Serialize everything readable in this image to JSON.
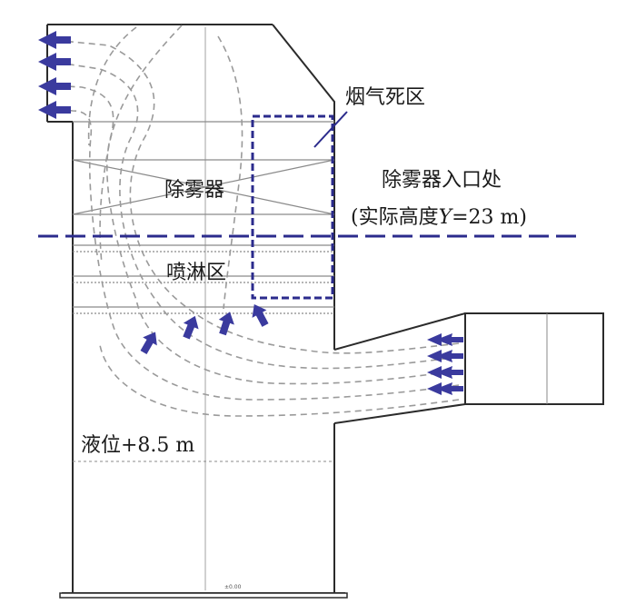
{
  "labels": {
    "dead_zone": "烟气死区",
    "demister": "除雾器",
    "demister_inlet_line1": "除雾器入口处",
    "demister_inlet_line2_prefix": "(实际高度",
    "demister_inlet_line2_var": "Y",
    "demister_inlet_line2_suffix": "=23 m)",
    "spray_zone": "喷淋区",
    "liquid_level": "液位+8.5 m",
    "bottom_mark": "±0.00"
  },
  "colors": {
    "outline": "#2b2b2b",
    "flow_line": "#9a9a9a",
    "arrow": "#3a3a9e",
    "dead_zone_box": "#2b2b8c",
    "inlet_line": "#2b2b8c"
  }
}
